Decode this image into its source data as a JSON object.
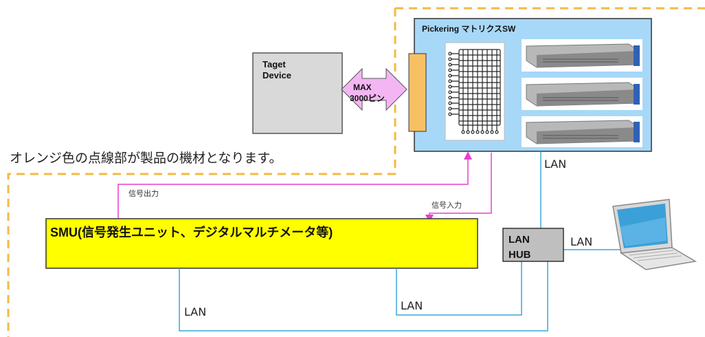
{
  "title_box": {
    "title": "Pickering マトリクスSW"
  },
  "target_device": {
    "line1": "Taget",
    "line2": "Device"
  },
  "connection": {
    "line1": "MAX",
    "line2": "3000ピン"
  },
  "note": "オレンジ色の点線部が製品の機材となります。",
  "smu": {
    "label": "SMU(信号発生ユニット、デジタルマルチメータ等)"
  },
  "signals": {
    "output": "信号出力",
    "input": "信号入力"
  },
  "hub": {
    "line1": "LAN",
    "line2": "HUB"
  },
  "links": {
    "lan_top": "LAN",
    "lan_laptop": "LAN",
    "lan_mid": "LAN",
    "lan_bottom": "LAN"
  },
  "colors": {
    "dashed_border": "#f5b942",
    "matrix_box": "#a8d8f8",
    "smu_fill": "#ffff00",
    "connector": "#f7c065",
    "arrow_fill": "#f3b6f3",
    "signal_line": "#e63fd4",
    "lan_line": "#3aa6d8"
  }
}
